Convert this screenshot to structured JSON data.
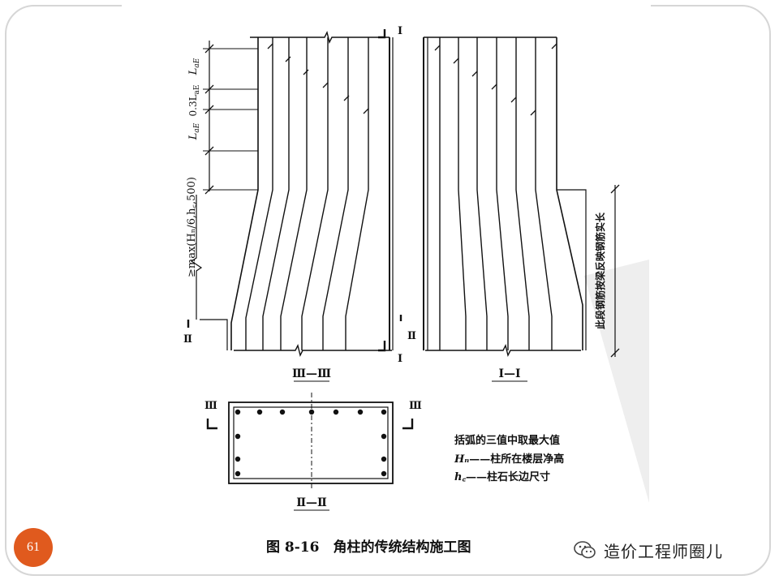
{
  "figure": {
    "caption": "图 8-16　角柱的传统结构施工图",
    "section_left_label": "Ⅲ—Ⅲ",
    "section_right_label": "Ⅰ—Ⅰ",
    "section_bottom_label": "Ⅱ—Ⅱ",
    "marker_I": "Ⅰ",
    "marker_II": "Ⅱ",
    "marker_III": "Ⅲ",
    "dim_main": "≥max(Hₙ/6,h꜀,500)",
    "dim_lae_1": "L",
    "dim_lae_sub": "aE",
    "dim_03lae": "0.3L",
    "dim_right": "此段钢筋按梁反映钢筋实长"
  },
  "legend": {
    "title": "括弧的三值中取最大值",
    "hn_symbol": "Hₙ",
    "hn_text": "——柱所在楼层净高",
    "hc_symbol": "h꜀",
    "hc_text": "——柱石长边尺寸"
  },
  "footer": {
    "page_number": "61",
    "watermark": "造价工程师圈儿"
  },
  "colors": {
    "accent": "#e05a1e",
    "frame": "#d6d6d6",
    "ink": "#111111"
  }
}
